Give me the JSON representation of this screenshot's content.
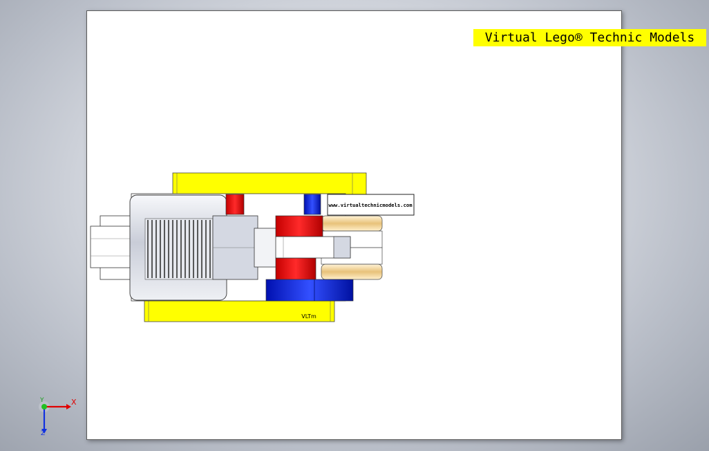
{
  "banner": {
    "title": "Virtual Lego® Technic Models"
  },
  "model": {
    "url_label": "www.virtualtechnicmodels.com",
    "brand_label": "VLTm"
  },
  "triad": {
    "x_label": "X",
    "y_label": "Y",
    "z_label": "Z"
  },
  "colors": {
    "yellow": "#ffff00",
    "red": "#ee0000",
    "blue": "#0018e0",
    "grey": "#d4d8e2",
    "tan": "#f2d9a0"
  }
}
